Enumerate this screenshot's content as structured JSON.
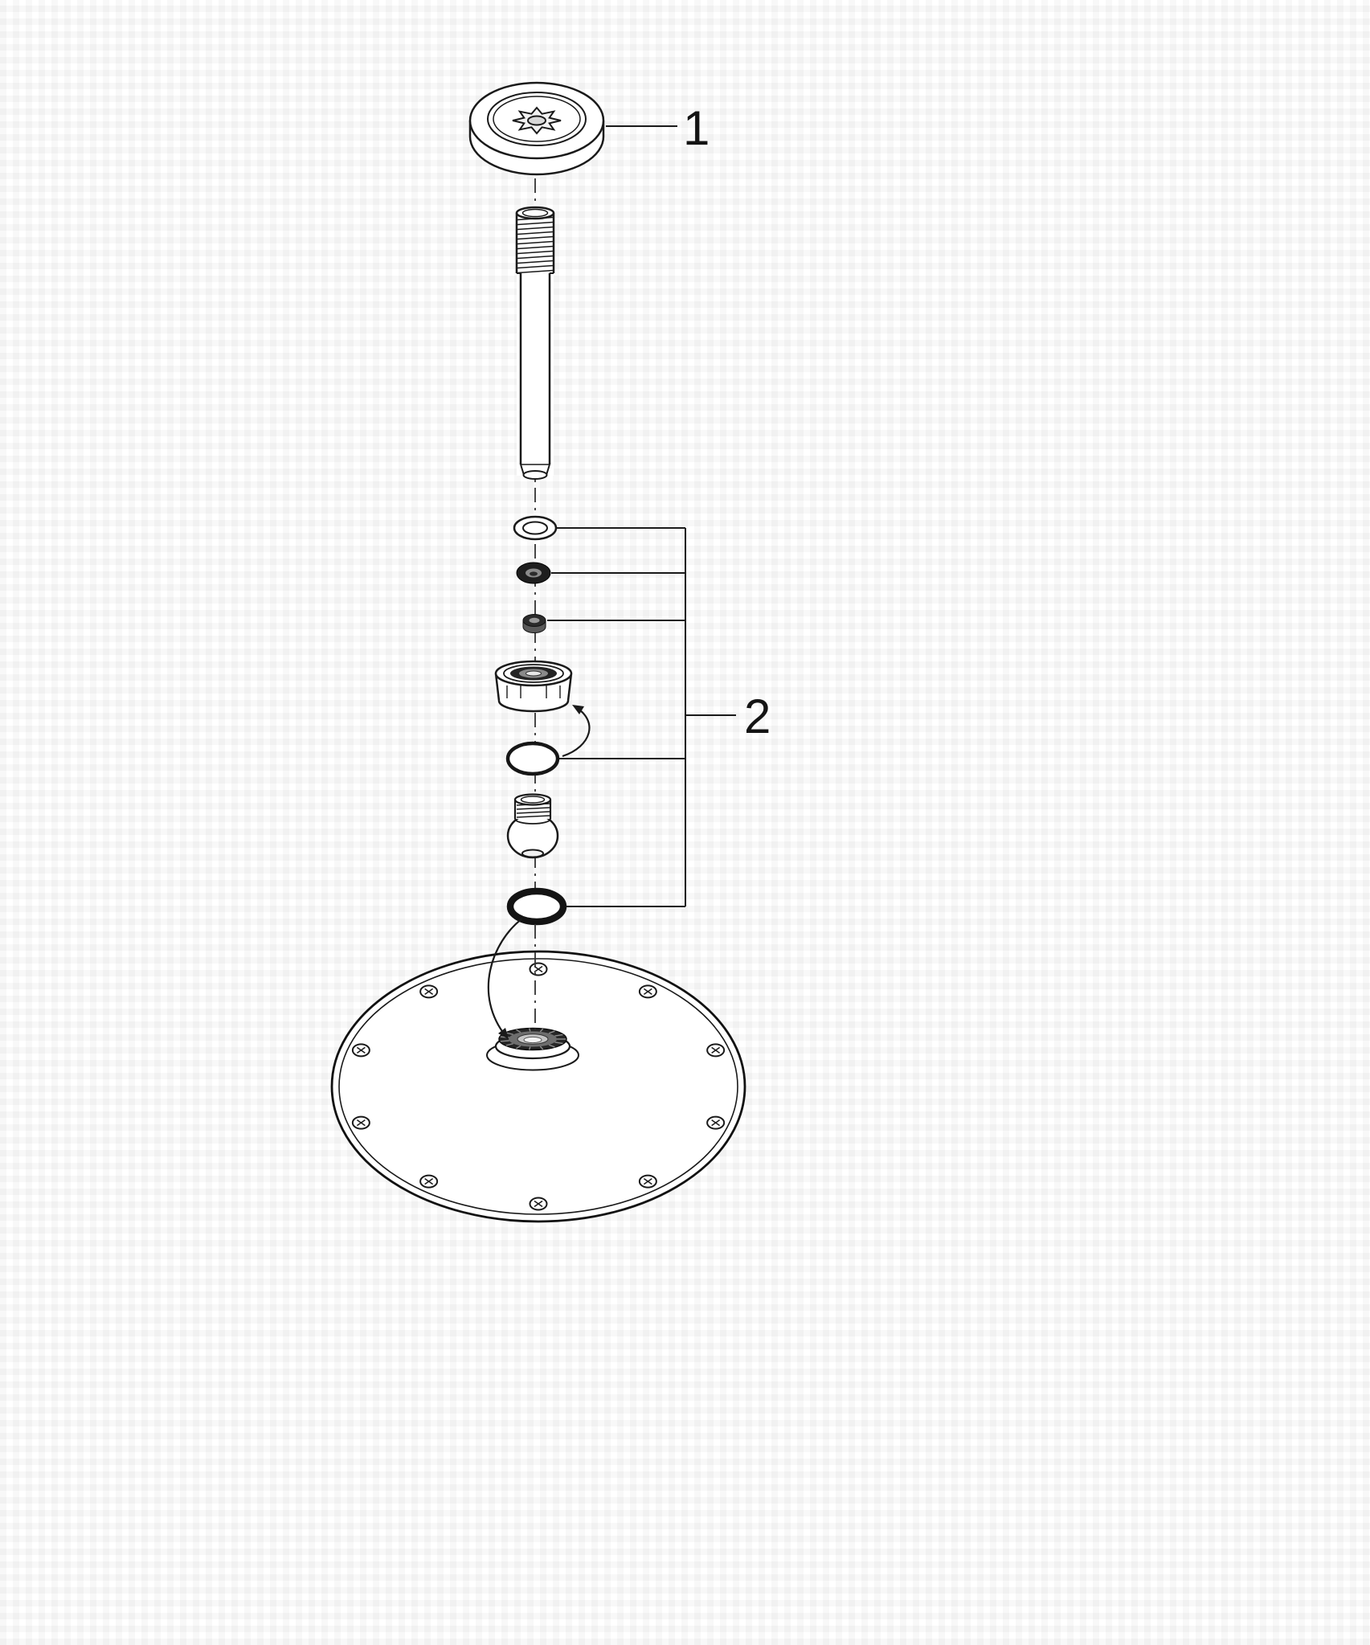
{
  "diagram": {
    "callouts": [
      {
        "label": "1"
      },
      {
        "label": "2"
      }
    ],
    "screw_count": 10,
    "parts": [
      "ceiling-escutcheon",
      "shower-arm",
      "washer-ring",
      "seal-gasket",
      "bushing",
      "union-nut",
      "o-ring",
      "swivel-ball-joint",
      "o-ring-large",
      "shower-head-plate"
    ],
    "colors": {
      "line": "#1a1a1a",
      "centerline": "#333333",
      "dark_fill": "#1f1f1f",
      "background": "#ffffff"
    }
  }
}
